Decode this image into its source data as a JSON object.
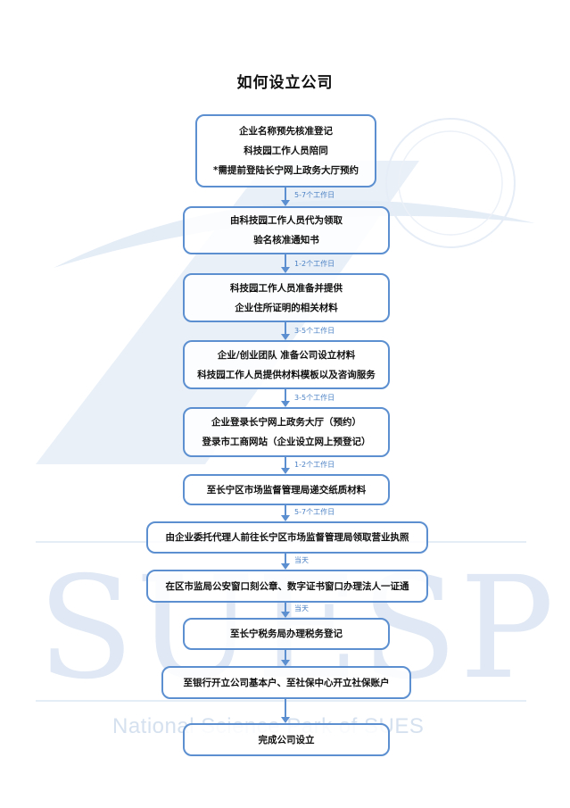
{
  "title": "如何设立公司",
  "steps": [
    {
      "lines": [
        "企业名称预先核准登记",
        "科技园工作人员陪同",
        "*需提前登陆长宁网上政务大厅预约"
      ]
    },
    {
      "lines": [
        "由科技园工作人员代为领取",
        "验名核准通知书"
      ]
    },
    {
      "lines": [
        "科技园工作人员准备并提供",
        "企业住所证明的相关材料"
      ]
    },
    {
      "lines": [
        "企业/创业团队 准备公司设立材料",
        "科技园工作人员提供材料模板以及咨询服务"
      ]
    },
    {
      "lines": [
        "企业登录长宁网上政务大厅（预约）",
        "登录市工商网站（企业设立网上预登记）"
      ]
    },
    {
      "lines": [
        "至长宁区市场监督管理局递交纸质材料"
      ]
    },
    {
      "lines": [
        "由企业委托代理人前往长宁区市场监督管理局领取营业执照"
      ]
    },
    {
      "lines": [
        "在区市监局公安窗口刻公章、数字证书窗口办理法人一证通"
      ]
    },
    {
      "lines": [
        "至长宁税务局办理税务登记"
      ]
    },
    {
      "lines": [
        "至银行开立公司基本户、至社保中心开立社保账户"
      ]
    },
    {
      "lines": [
        "完成公司设立"
      ]
    }
  ],
  "arrows": [
    {
      "label": "5-7个工作日"
    },
    {
      "label": "1-2个工作日"
    },
    {
      "label": "3-5个工作日"
    },
    {
      "label": "3-5个工作日"
    },
    {
      "label": "1-2个工作日"
    },
    {
      "label": "5-7个工作日"
    },
    {
      "label": "当天"
    },
    {
      "label": "当天"
    },
    {
      "label": ""
    },
    {
      "label": ""
    }
  ],
  "watermark": {
    "logo_text": "SUESP",
    "subtitle": "National Science Park of SUES",
    "color": "#dfe8f4"
  },
  "colors": {
    "box_border": "#5b8fd0",
    "arrow": "#5b8fd0",
    "arrow_label": "#4a80c4"
  }
}
